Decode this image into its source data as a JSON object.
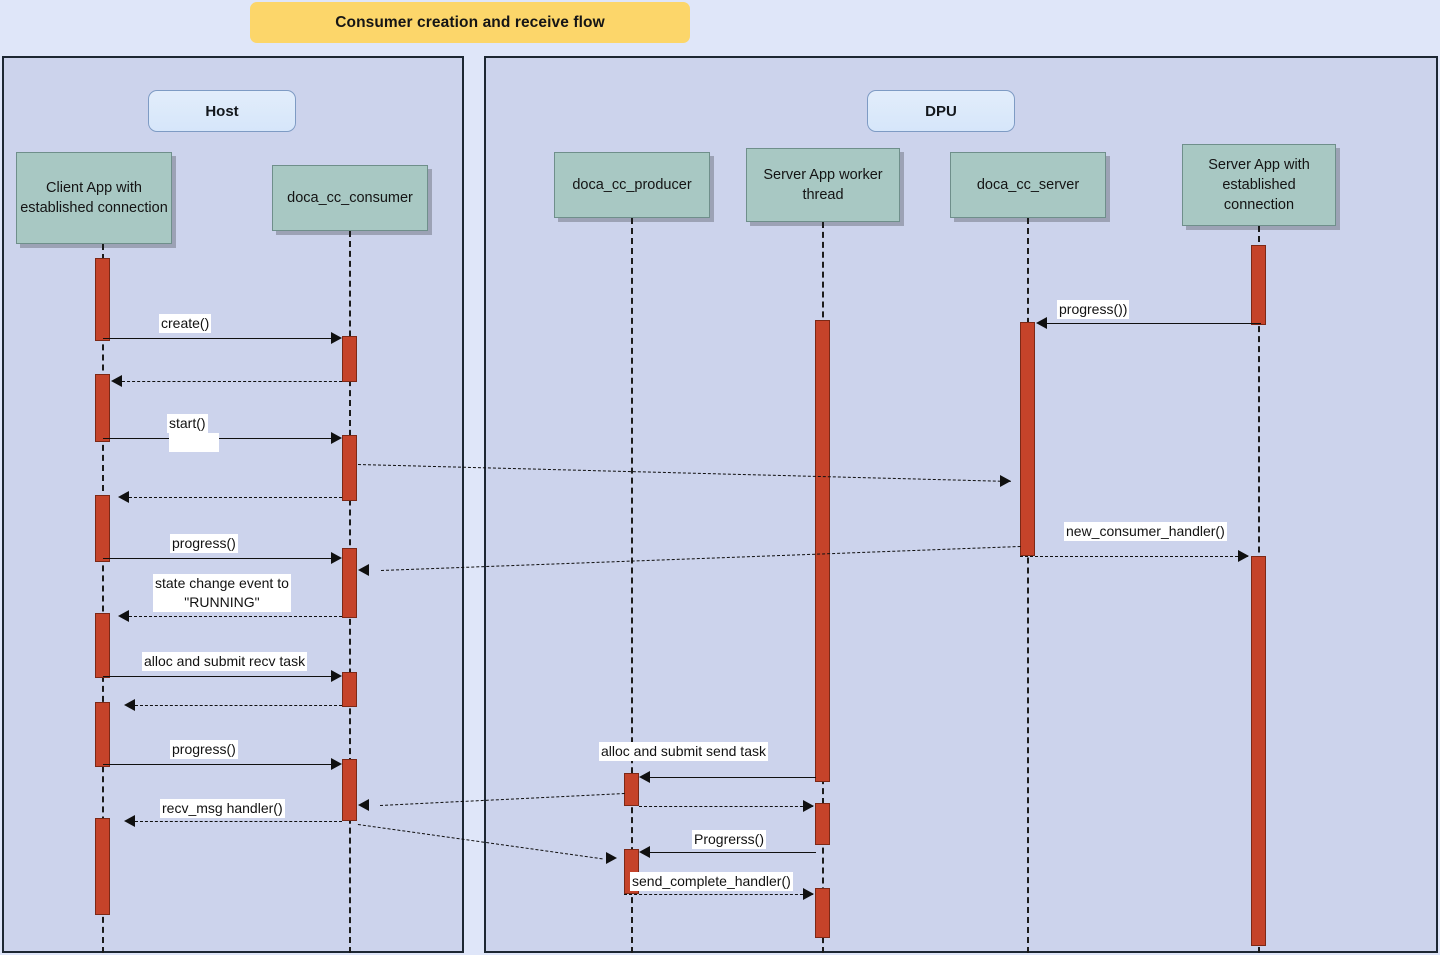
{
  "title": "Consumer creation and receive flow",
  "colors": {
    "page_background": "#dfe6f9",
    "title_banner": "#fcd66a",
    "panel_fill": "#ccd3ec",
    "panel_border": "#1d2733",
    "panel_label_fill": "#dce9fb",
    "actor_fill": "#a8c8c3",
    "activation_fill": "#c5432a",
    "line": "#101010"
  },
  "panels": [
    {
      "id": "host",
      "label": "Host"
    },
    {
      "id": "dpu",
      "label": "DPU"
    }
  ],
  "actors": [
    {
      "id": "client_app",
      "panel": "host",
      "label": "Client App\nwith established\nconnection"
    },
    {
      "id": "consumer",
      "panel": "host",
      "label": "doca_cc_consumer"
    },
    {
      "id": "producer",
      "panel": "dpu",
      "label": "doca_cc_producer"
    },
    {
      "id": "worker",
      "panel": "dpu",
      "label": "Server App\nworker thread"
    },
    {
      "id": "server",
      "panel": "dpu",
      "label": "doca_cc_server"
    },
    {
      "id": "server_app",
      "panel": "dpu",
      "label": "Server App\nwith established\nconnection"
    }
  ],
  "messages": [
    {
      "id": "m01",
      "label": "create()",
      "from": "client_app",
      "to": "consumer",
      "style": "solid"
    },
    {
      "id": "m02",
      "label": "",
      "from": "consumer",
      "to": "client_app",
      "style": "dashed"
    },
    {
      "id": "m03",
      "label": "start()",
      "from": "client_app",
      "to": "consumer",
      "style": "solid"
    },
    {
      "id": "m04",
      "label": "",
      "from": "consumer",
      "to": "server",
      "style": "dashed"
    },
    {
      "id": "m05",
      "label": "",
      "from": "consumer",
      "to": "client_app",
      "style": "dashed"
    },
    {
      "id": "m06",
      "label": "progress()",
      "from": "client_app",
      "to": "consumer",
      "style": "solid"
    },
    {
      "id": "m07",
      "label": "progress())",
      "from": "server_app",
      "to": "server",
      "style": "solid"
    },
    {
      "id": "m08",
      "label": "new_consumer_handler()",
      "from": "server",
      "to": "server_app",
      "style": "dashed"
    },
    {
      "id": "m09",
      "label": "",
      "from": "server",
      "to": "consumer",
      "style": "dashed"
    },
    {
      "id": "m10",
      "label": "state change event to\n\"RUNNING\"",
      "from": "consumer",
      "to": "client_app",
      "style": "dashed"
    },
    {
      "id": "m11",
      "label": "alloc and submit recv task",
      "from": "client_app",
      "to": "consumer",
      "style": "solid"
    },
    {
      "id": "m12",
      "label": "",
      "from": "consumer",
      "to": "client_app",
      "style": "dashed"
    },
    {
      "id": "m13",
      "label": "progress()",
      "from": "client_app",
      "to": "consumer",
      "style": "solid"
    },
    {
      "id": "m14",
      "label": "alloc and submit send task",
      "from": "worker",
      "to": "producer",
      "style": "solid"
    },
    {
      "id": "m15",
      "label": "",
      "from": "producer",
      "to": "worker",
      "style": "dashed"
    },
    {
      "id": "m16",
      "label": "",
      "from": "producer",
      "to": "consumer",
      "style": "dashed"
    },
    {
      "id": "m17",
      "label": "recv_msg handler()",
      "from": "consumer",
      "to": "client_app",
      "style": "dashed"
    },
    {
      "id": "m18",
      "label": "Progrerss()",
      "from": "worker",
      "to": "producer",
      "style": "solid"
    },
    {
      "id": "m19",
      "label": "",
      "from": "consumer",
      "to": "producer",
      "style": "dashed"
    },
    {
      "id": "m20",
      "label": "send_complete_handler()",
      "from": "producer",
      "to": "worker",
      "style": "dashed"
    }
  ]
}
